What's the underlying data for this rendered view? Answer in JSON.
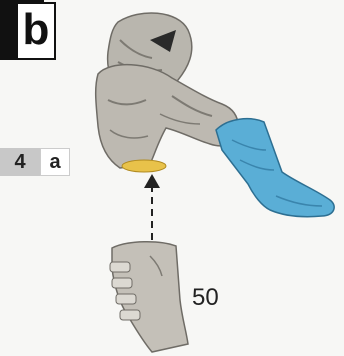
{
  "step": {
    "letter": "b"
  },
  "reference": {
    "number": "4",
    "letter": "a"
  },
  "part": {
    "number": "50"
  },
  "colors": {
    "figure": "#b9b6ae",
    "boot_blue": "#5aaed6",
    "glue_yellow": "#e8c24a",
    "tab_black": "#111111"
  }
}
